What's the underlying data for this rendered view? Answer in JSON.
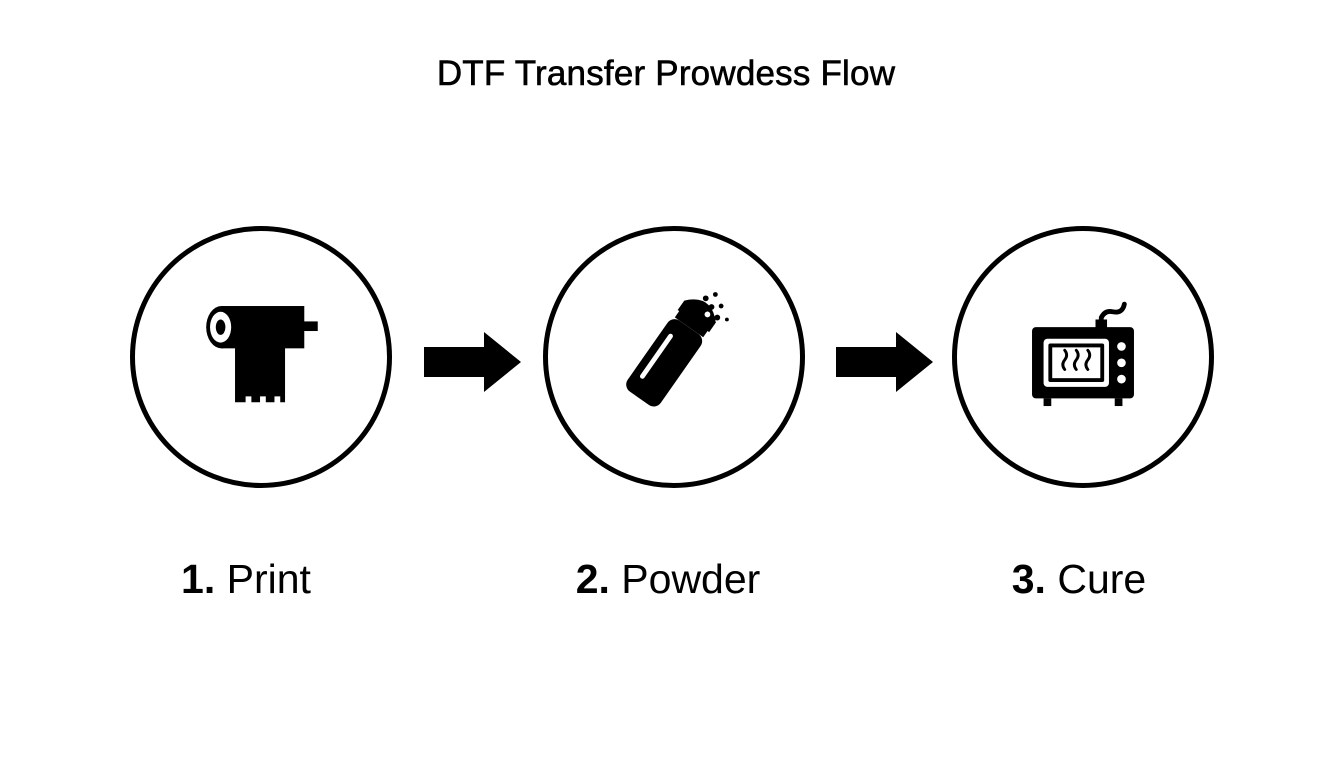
{
  "title": "DTF Transfer Prowdess Flow",
  "steps": [
    {
      "number": "1.",
      "label": "Print",
      "icon": "film-roll-icon"
    },
    {
      "number": "2.",
      "label": "Powder",
      "icon": "powder-shaker-icon"
    },
    {
      "number": "3.",
      "label": "Cure",
      "icon": "curing-oven-icon"
    }
  ],
  "colors": {
    "stroke": "#000000",
    "background": "#ffffff"
  }
}
